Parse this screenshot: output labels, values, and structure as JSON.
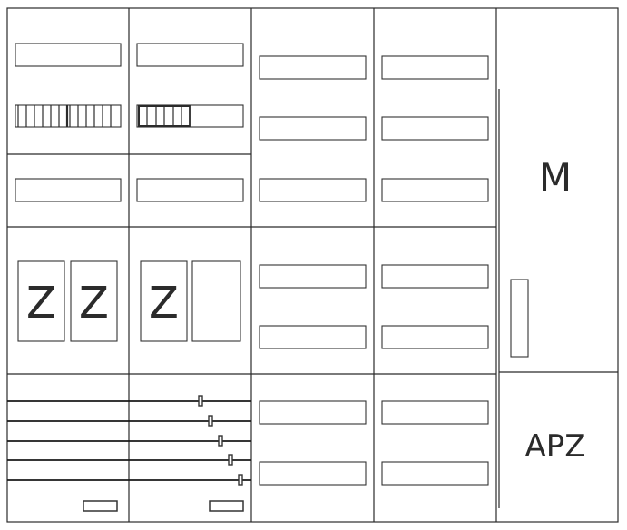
{
  "cabinet": {
    "meter_symbol": "Z",
    "multimedia_label": "M",
    "apz_label": "APZ"
  }
}
